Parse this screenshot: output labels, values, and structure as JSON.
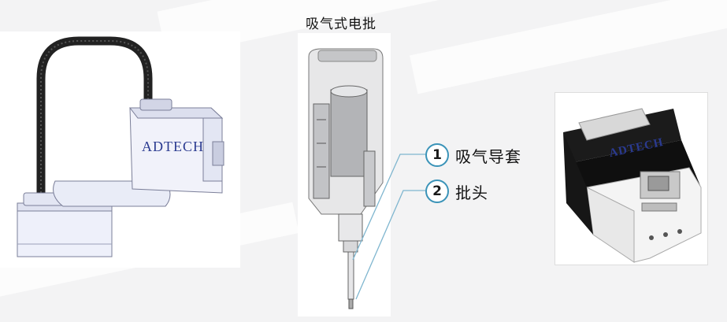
{
  "title": "吸气式电批",
  "callouts": [
    {
      "number": "1",
      "label": "吸气导套"
    },
    {
      "number": "2",
      "label": "批头"
    }
  ],
  "robot_brand": "ADTECH",
  "feeder_brand": "ADTECH",
  "colors": {
    "accent": "#3a93b8",
    "cable": "#222222",
    "feeder_body": "#111111"
  }
}
